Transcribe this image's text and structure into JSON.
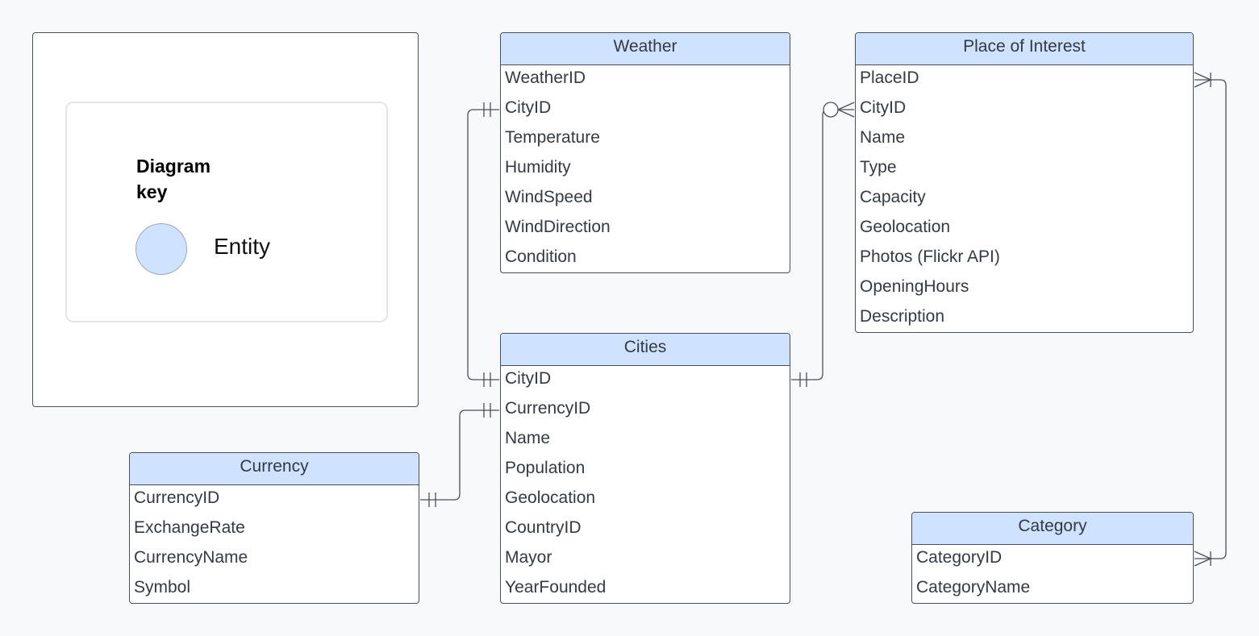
{
  "diagram_key": {
    "title": "Diagram key",
    "entity_label": "Entity",
    "swatch_color": "#cfe2ff"
  },
  "entities": {
    "weather": {
      "title": "Weather",
      "attributes": [
        "WeatherID",
        "CityID",
        "Temperature",
        "Humidity",
        "WindSpeed",
        "WindDirection",
        "Condition"
      ]
    },
    "place_of_interest": {
      "title": "Place of Interest",
      "attributes": [
        "PlaceID",
        "CityID",
        "Name",
        "Type",
        "Capacity",
        "Geolocation",
        "Photos (Flickr API)",
        "OpeningHours",
        "Description"
      ]
    },
    "cities": {
      "title": "Cities",
      "attributes": [
        "CityID",
        "CurrencyID",
        "Name",
        "Population",
        "Geolocation",
        "CountryID",
        "Mayor",
        "YearFounded"
      ]
    },
    "currency": {
      "title": "Currency",
      "attributes": [
        "CurrencyID",
        "ExchangeRate",
        "CurrencyName",
        "Symbol"
      ]
    },
    "category": {
      "title": "Category",
      "attributes": [
        "CategoryID",
        "CategoryName"
      ]
    }
  },
  "relationships": [
    {
      "from": "Cities.CityID",
      "to": "Weather.CityID",
      "from_cardinality": "exactly-one",
      "to_cardinality": "exactly-one"
    },
    {
      "from": "Cities.CityID",
      "to": "Place of Interest.CityID",
      "from_cardinality": "exactly-one",
      "to_cardinality": "zero-or-many"
    },
    {
      "from": "Currency.CurrencyID",
      "to": "Cities.CurrencyID",
      "from_cardinality": "exactly-one",
      "to_cardinality": "exactly-one"
    },
    {
      "from": "Place of Interest.PlaceID",
      "to": "Category.CategoryID",
      "from_cardinality": "one-or-many",
      "to_cardinality": "one-or-many"
    }
  ],
  "colors": {
    "header_fill": "#cfe2ff",
    "border": "#4a4f58",
    "text": "#333a44",
    "canvas": "#f8f9fb"
  }
}
